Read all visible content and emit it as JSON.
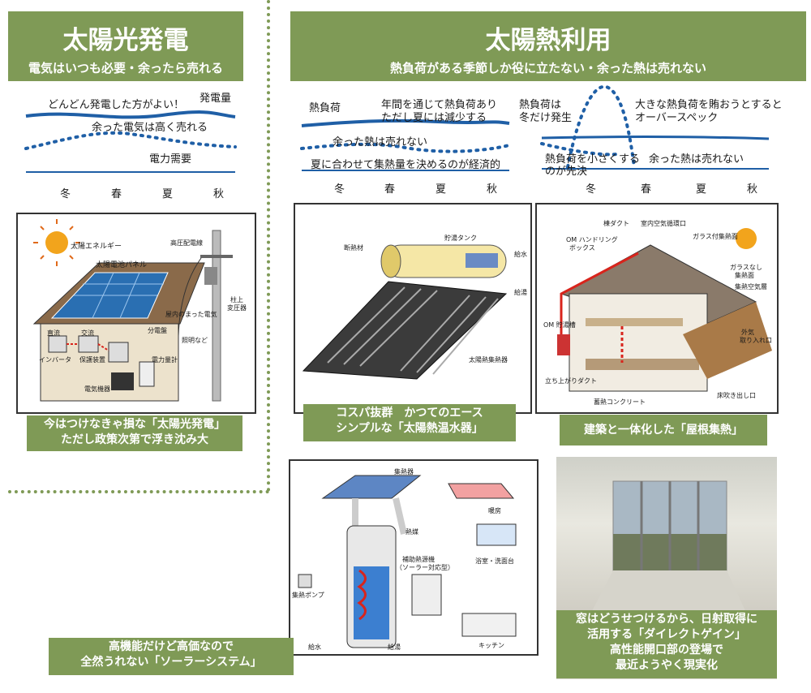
{
  "left": {
    "title": "太陽光発電",
    "subtitle": "電気はいつも必要・余ったら売れる",
    "graph": {
      "note1": "どんどん発電した方がよい！",
      "gen_label": "発電量",
      "sell": "余った電気は高く売れる",
      "demand": "電力需要",
      "seasons": [
        "冬",
        "春",
        "夏",
        "秋"
      ]
    },
    "diagram": {
      "labels": [
        "太陽エネルギー",
        "太陽電池パネル",
        "高圧配電線",
        "柱上",
        "変圧器",
        "屋内のまった電気",
        "分電盤",
        "直流",
        "交流",
        "インバータ",
        "保護装置",
        "電力量計",
        "照明など",
        "電気機器"
      ]
    },
    "caption": [
      "今はつけなきゃ損な「太陽光発電」",
      "ただし政策次第で浮き沈み大"
    ]
  },
  "right": {
    "title": "太陽熱利用",
    "subtitle": "熱負荷がある季節しか役に立たない・余った熱は売れない",
    "graph1": {
      "heat_load": "熱負荷",
      "note_a": "年間を通じて熱負荷あり",
      "note_b": "ただし夏には減少する",
      "surplus": "余った熱は売れない",
      "bottom": "夏に合わせて集熱量を決めるのが経済的",
      "seasons": [
        "冬",
        "春",
        "夏",
        "秋"
      ]
    },
    "graph2": {
      "heat_load_a": "熱負荷は",
      "heat_load_b": "冬だけ発生",
      "big_a": "大きな熱負荷を賄おうとすると",
      "big_b": "オーバースペック",
      "small_a": "熱負荷を小さくする",
      "small_b": "のが先決",
      "surplus": "余った熱は売れない",
      "seasons": [
        "冬",
        "春",
        "夏",
        "秋"
      ]
    },
    "heater": {
      "labels": [
        "貯湯タンク",
        "断熱材",
        "給水",
        "給湯",
        "太陽熱集熱器"
      ],
      "caption": [
        "コスパ抜群　かつてのエース",
        "シンプルな「太陽熱温水器」"
      ]
    },
    "roof": {
      "labels": [
        "棟ダクト",
        "室内空気循環口",
        "ガラス付集熱面",
        "OM ハンドリング",
        "ボックス",
        "ガラスなし",
        "集熱面",
        "集熱空気層",
        "OM 貯湯槽",
        "外気",
        "取り入れ口",
        "立ち上がりダクト",
        "床吹き出し口",
        "蓄熱コンクリート"
      ],
      "caption": "建築と一体化した「屋根集熱」"
    },
    "solar_system": {
      "labels": [
        "集熱器",
        "熱媒",
        "暖房",
        "補助熱源機",
        "（ソーラー対応型）",
        "浴室・洗面台",
        "集熱ポンプ",
        "給水",
        "給湯",
        "キッチン"
      ],
      "caption": [
        "高機能だけど高価なので",
        "全然うれない「ソーラーシステム」"
      ]
    },
    "direct_gain": {
      "caption": [
        "窓はどうせつけるから、日射取得に",
        "活用する「ダイレクトゲイン」",
        "高性能開口部の登場で",
        "最近ようやく現実化"
      ]
    }
  },
  "colors": {
    "accent": "#7f9a56",
    "line_blue": "#1f5fa6"
  }
}
